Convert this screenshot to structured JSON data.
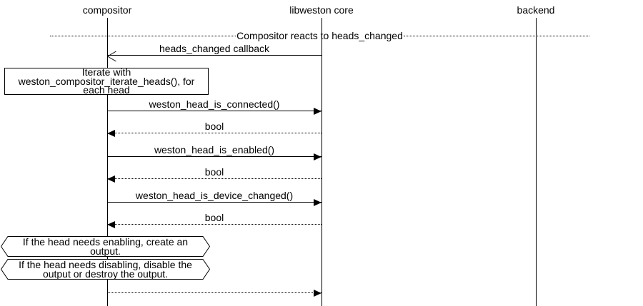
{
  "colors": {
    "background": "#ffffff",
    "stroke": "#000000"
  },
  "diagram": {
    "participants": [
      {
        "label": "compositor"
      },
      {
        "label": "libweston core"
      },
      {
        "label": "backend"
      }
    ],
    "divider": {
      "label": "Compositor reacts to heads_changed"
    },
    "messages": [
      {
        "label": "heads_changed callback",
        "from": "libweston core",
        "to": "compositor",
        "line": "solid",
        "arrowhead": "open"
      },
      {
        "label": "weston_head_is_connected()",
        "from": "compositor",
        "to": "libweston core",
        "line": "solid",
        "arrowhead": "filled"
      },
      {
        "label": "bool",
        "from": "libweston core",
        "to": "compositor",
        "line": "dotted",
        "arrowhead": "filled"
      },
      {
        "label": "weston_head_is_enabled()",
        "from": "compositor",
        "to": "libweston core",
        "line": "solid",
        "arrowhead": "filled"
      },
      {
        "label": "bool",
        "from": "libweston core",
        "to": "compositor",
        "line": "dotted",
        "arrowhead": "filled"
      },
      {
        "label": "weston_head_is_device_changed()",
        "from": "compositor",
        "to": "libweston core",
        "line": "solid",
        "arrowhead": "filled"
      },
      {
        "label": "bool",
        "from": "libweston core",
        "to": "compositor",
        "line": "dotted",
        "arrowhead": "filled"
      },
      {
        "label": "",
        "from": "compositor",
        "to": "libweston core",
        "line": "dotted",
        "arrowhead": "filled"
      }
    ],
    "note": {
      "lines": [
        "Iterate with",
        "weston_compositor_iterate_heads(), for",
        "each head"
      ]
    },
    "conditions": [
      {
        "lines": [
          "If the head needs enabling, create an",
          "output."
        ]
      },
      {
        "lines": [
          "If the head needs disabling, disable the",
          "output or destroy the output."
        ]
      }
    ]
  }
}
